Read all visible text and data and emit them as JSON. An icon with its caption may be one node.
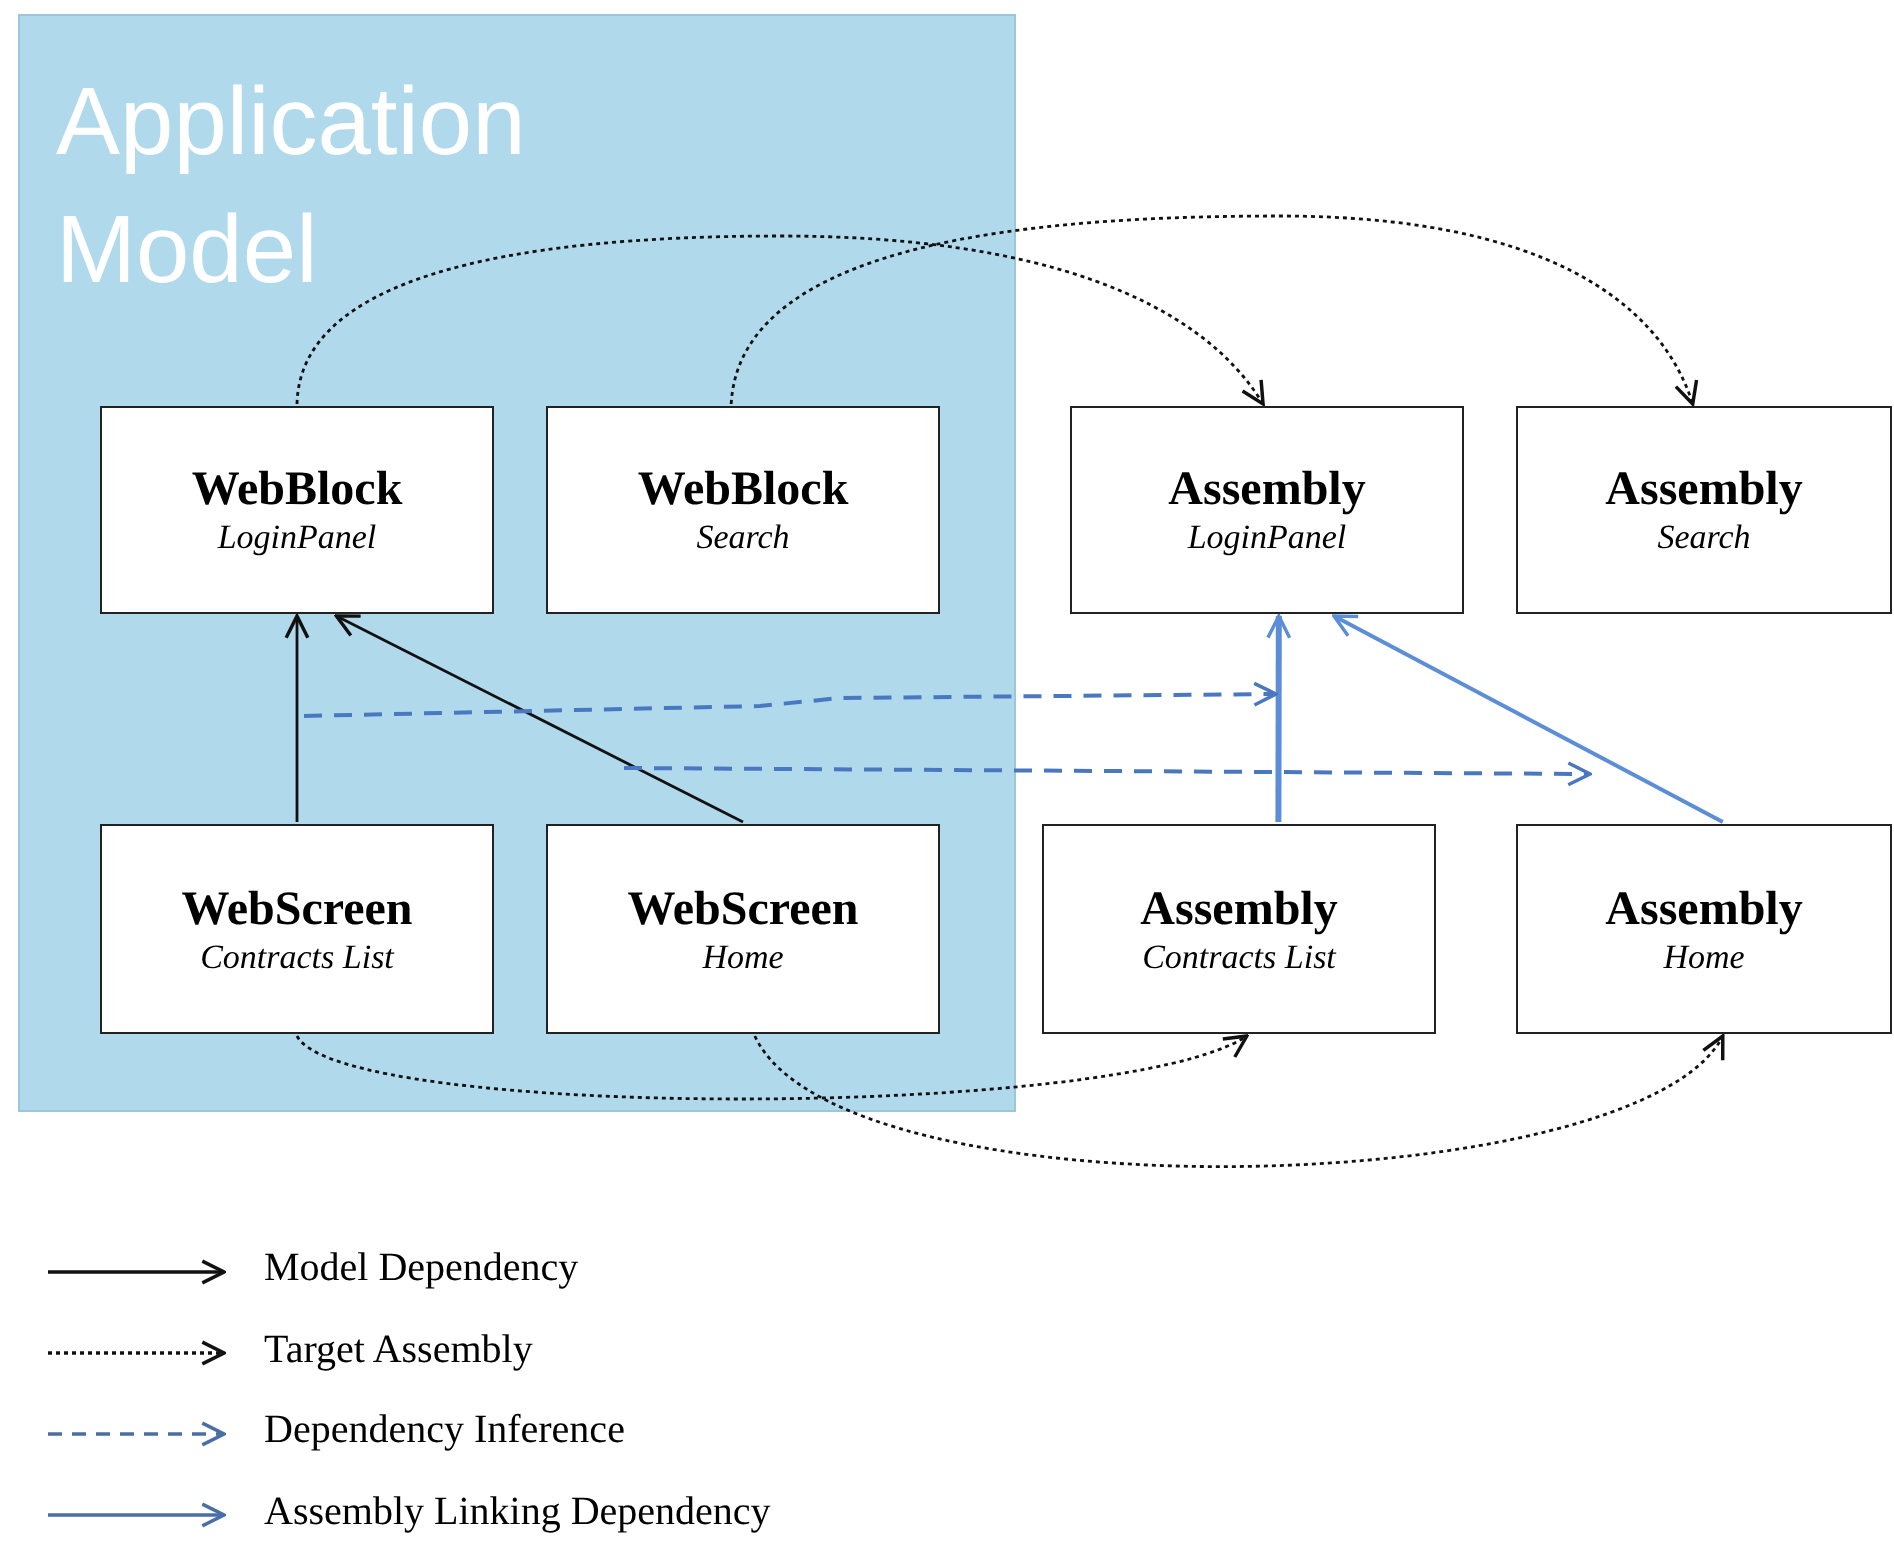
{
  "diagram": {
    "nodes": [
      {
        "text": [
          "Application Model"
        ]
      },
      {
        "text": [
          "WebBlock",
          "LoginPanel"
        ],
        "in": 0
      },
      {
        "text": [
          "WebBlock",
          "Search"
        ],
        "in": 0
      },
      {
        "text": [
          "Assembly",
          "LoginPanel"
        ]
      },
      {
        "text": [
          "Assembly",
          "Search"
        ]
      },
      {
        "text": [
          "WebScreen",
          "Contracts List"
        ],
        "in": 0
      },
      {
        "text": [
          "WebScreen",
          "Home"
        ],
        "in": 0
      },
      {
        "text": [
          "Assembly",
          "Contracts List"
        ]
      },
      {
        "text": [
          "Assembly",
          "Home"
        ]
      }
    ],
    "edges": [
      {
        "from": 1,
        "to": 3,
        "arrow": "to",
        "style": "dashed"
      },
      {
        "from": 2,
        "to": 4,
        "arrow": "to",
        "style": "dashed"
      },
      {
        "from": 5,
        "to": 1,
        "arrow": "to"
      },
      {
        "from": 6,
        "to": 1,
        "arrow": "to"
      },
      {
        "from": 7,
        "to": 3,
        "arrow": "to",
        "style": "thick",
        "color": "#5b8ed6"
      },
      {
        "from": 8,
        "to": 3,
        "arrow": "to",
        "color": "#5b8ed6"
      },
      {
        "from": 5,
        "to": 7,
        "arrow": "to",
        "style": "dashed"
      },
      {
        "from": 6,
        "to": 8,
        "arrow": "to",
        "style": "dashed"
      }
    ],
    "legend": [
      {
        "text": "Model Dependency"
      },
      {
        "text": "Target Assembly"
      },
      {
        "text": "Dependency Inference"
      },
      {
        "text": "Assembly Linking Dependency"
      }
    ]
  }
}
